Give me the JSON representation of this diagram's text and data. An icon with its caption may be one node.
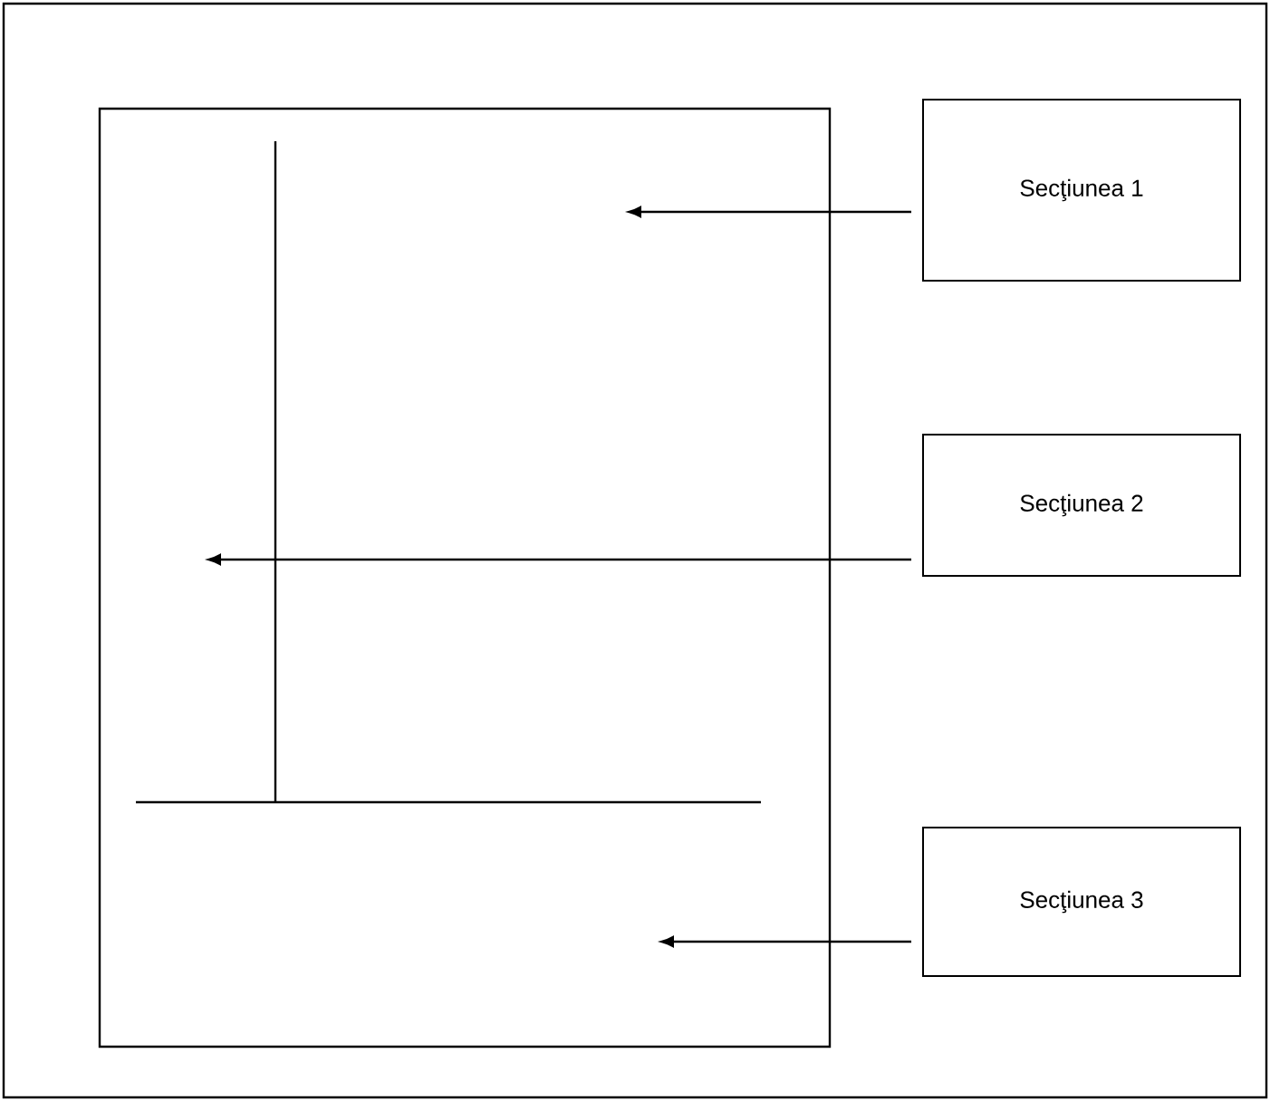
{
  "diagram": {
    "nodes": [
      {
        "text": [
          "Secţiunea 1"
        ]
      },
      {
        "text": [
          "Secţiunea 2"
        ]
      },
      {
        "text": [
          "Secţiunea 3"
        ]
      }
    ],
    "edges": [
      {
        "from": 0,
        "to": null,
        "arrow": "to"
      },
      {
        "from": 1,
        "to": null,
        "arrow": "to"
      },
      {
        "from": 2,
        "to": null,
        "arrow": "to"
      }
    ]
  }
}
